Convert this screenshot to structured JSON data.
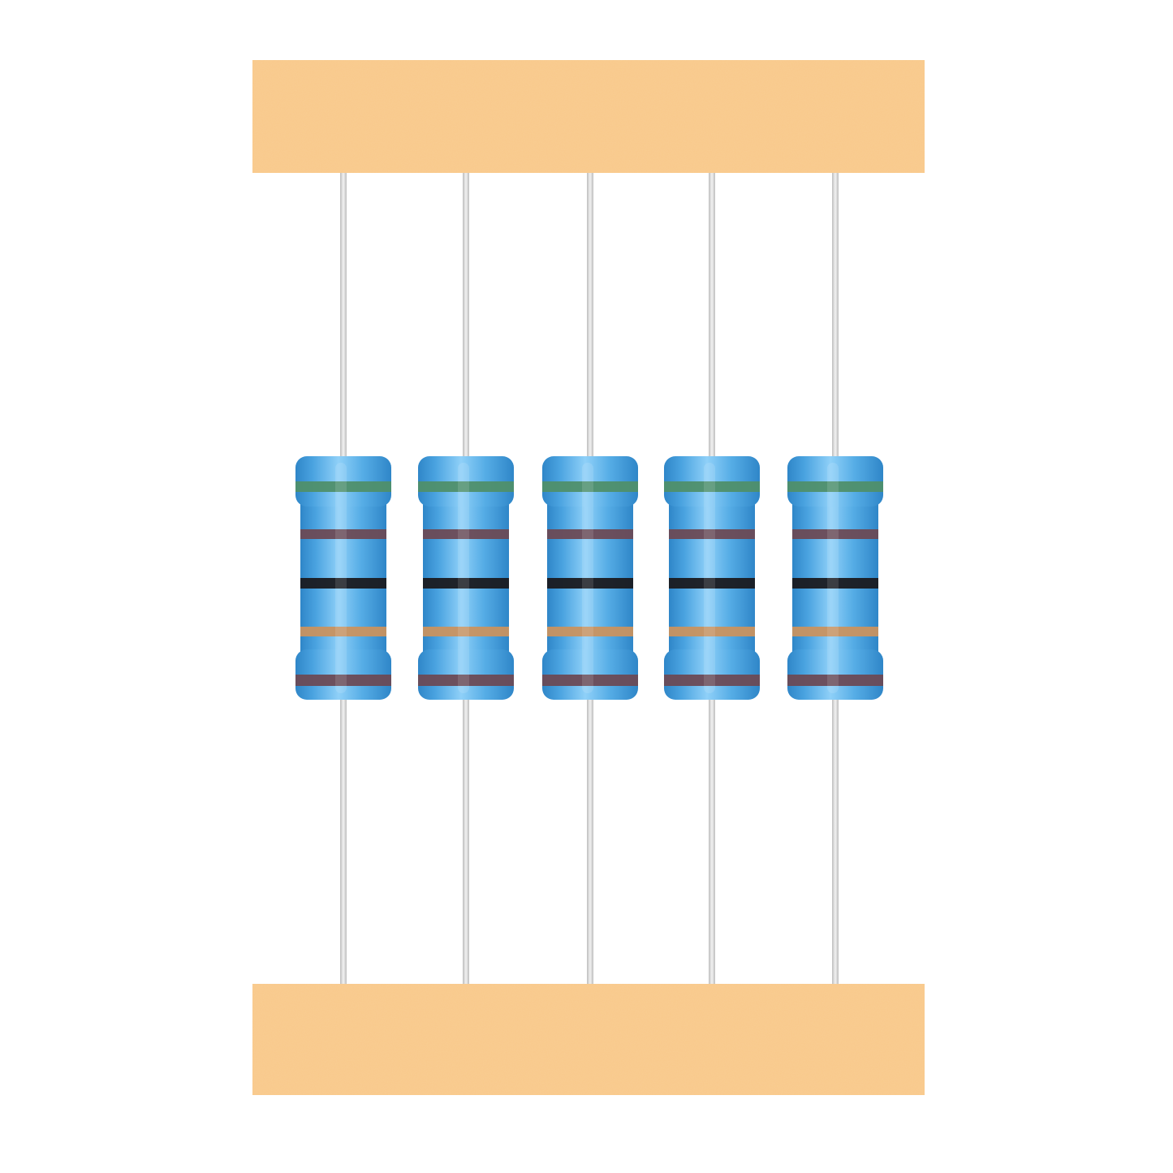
{
  "colors": {
    "background": "#ffffff",
    "tape": "#f9c98a",
    "tape_shade": "#f4bf7c",
    "lead": "#d6d6d6",
    "lead_highlight": "#f2f2f2",
    "body": "#4aa3e0",
    "body_light": "#8fd0f8",
    "body_dark": "#2f86c8"
  },
  "resistors": [
    {
      "id": 1,
      "bands": [
        "green",
        "brown",
        "black",
        "orange",
        "brown"
      ]
    },
    {
      "id": 2,
      "bands": [
        "green",
        "brown",
        "black",
        "orange",
        "brown"
      ]
    },
    {
      "id": 3,
      "bands": [
        "green",
        "brown",
        "black",
        "orange",
        "brown"
      ]
    },
    {
      "id": 4,
      "bands": [
        "green",
        "brown",
        "black",
        "orange",
        "brown"
      ]
    },
    {
      "id": 5,
      "bands": [
        "green",
        "brown",
        "black",
        "orange",
        "brown"
      ]
    }
  ],
  "band_colors": {
    "green": "#4f8f6a",
    "brown": "#6b4a55",
    "black": "#1a1a1f",
    "orange": "#c9925f"
  }
}
